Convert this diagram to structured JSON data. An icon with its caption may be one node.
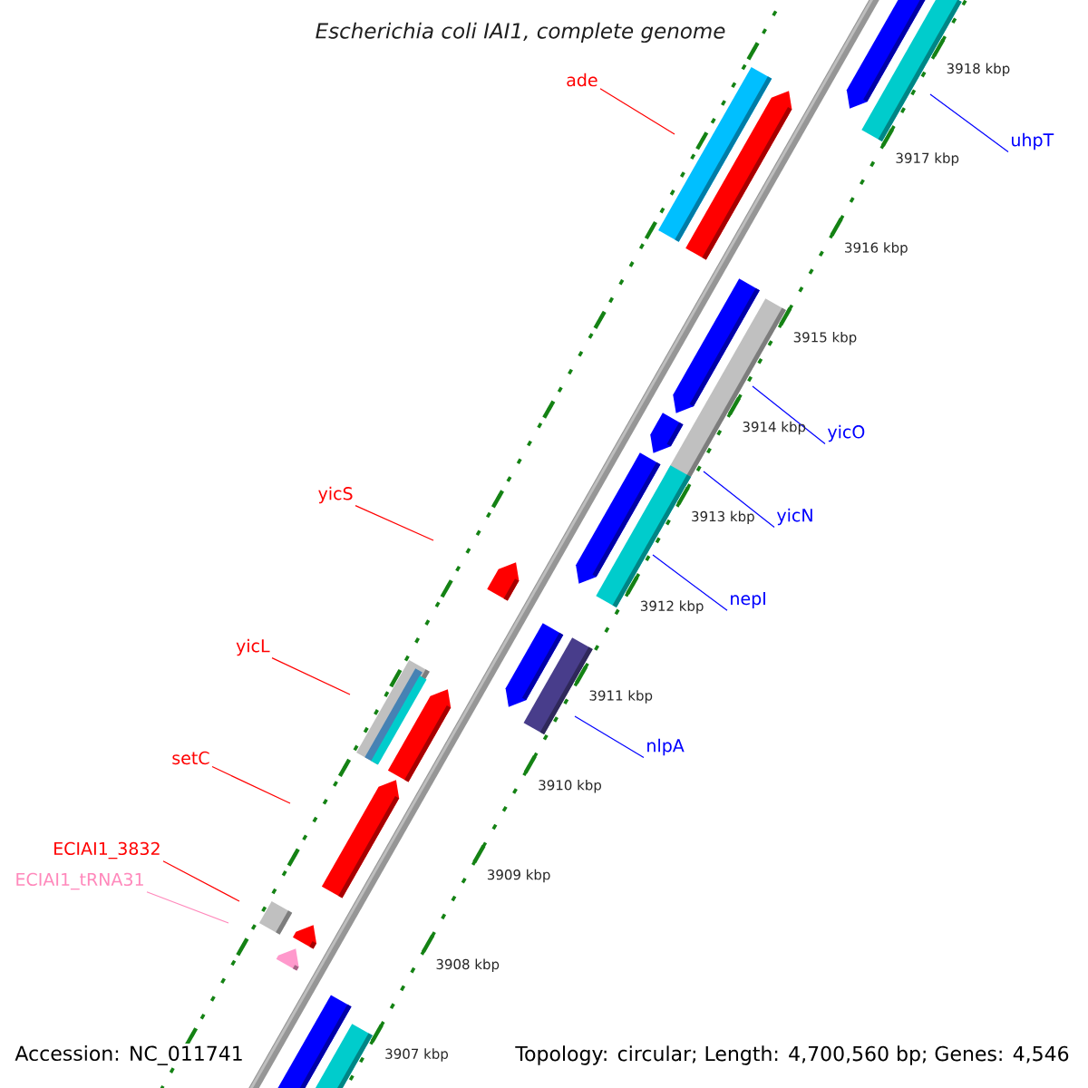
{
  "diagram": {
    "title": "Escherichia coli IAI1, complete genome",
    "nodes": [
      {
        "text": [
          "ade"
        ]
      },
      {
        "text": [
          "yicS"
        ]
      },
      {
        "text": [
          "yicL"
        ]
      },
      {
        "text": [
          "setC"
        ]
      },
      {
        "text": [
          "ECIAI1_3832"
        ]
      },
      {
        "text": [
          "ECIAI1_tRNA31"
        ]
      },
      {
        "text": [
          "uhpT"
        ]
      },
      {
        "text": [
          "yicO"
        ]
      },
      {
        "text": [
          "yicN"
        ]
      },
      {
        "text": [
          "nepI"
        ]
      },
      {
        "text": [
          "nlpA"
        ]
      }
    ],
    "edges": [
      {
        "from": 0,
        "to": null,
        "arrow": "none",
        "color": "#ff0000"
      },
      {
        "from": 1,
        "to": null,
        "arrow": "none",
        "color": "#ff0000"
      },
      {
        "from": 2,
        "to": null,
        "arrow": "none",
        "color": "#ff0000"
      },
      {
        "from": 3,
        "to": null,
        "arrow": "none",
        "color": "#ff0000"
      },
      {
        "from": 4,
        "to": null,
        "arrow": "none",
        "color": "#ff0000"
      },
      {
        "from": 5,
        "to": null,
        "arrow": "none",
        "color": "#ff88bb"
      },
      {
        "from": 6,
        "to": null,
        "arrow": "none",
        "color": "#0000ff"
      },
      {
        "from": 7,
        "to": null,
        "arrow": "none",
        "color": "#0000ff"
      },
      {
        "from": 8,
        "to": null,
        "arrow": "none",
        "color": "#0000ff"
      },
      {
        "from": 9,
        "to": null,
        "arrow": "none",
        "color": "#0000ff"
      },
      {
        "from": 10,
        "to": null,
        "arrow": "none",
        "color": "#0000ff"
      }
    ],
    "labels": [
      "3918 kbp",
      "3917 kbp",
      "3916 kbp",
      "3915 kbp",
      "3914 kbp",
      "3913 kbp",
      "3912 kbp",
      "3911 kbp",
      "3910 kbp",
      "3909 kbp",
      "3908 kbp",
      "3907 kbp",
      "Accession: NC_011741",
      "Topology: circular; Length: 4,700,560 bp; Genes: 4,546"
    ]
  }
}
